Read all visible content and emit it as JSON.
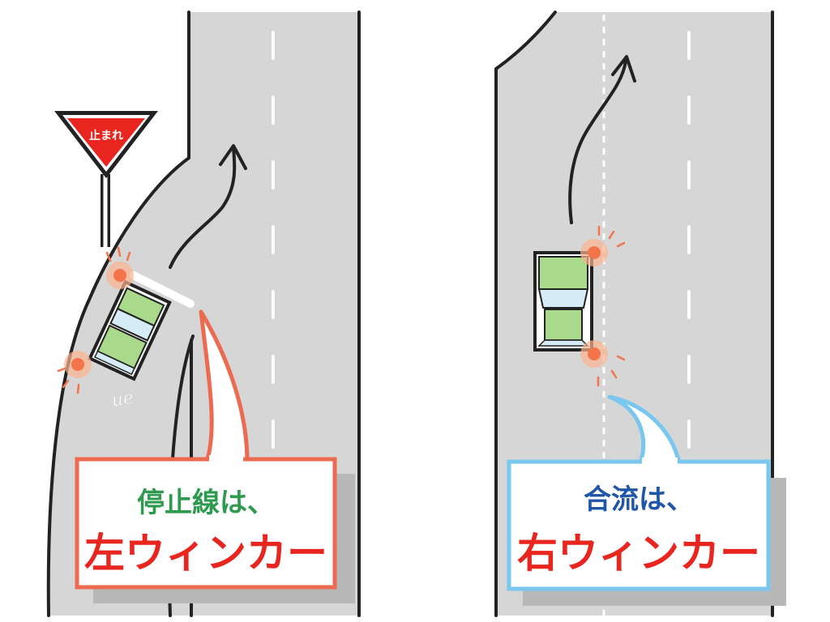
{
  "sign": {
    "text": "止まれ",
    "color": "#e8251f"
  },
  "left_panel": {
    "line1": "停止線は、",
    "line2": "左ウィンカー",
    "line1_color": "#2e9a4e",
    "line2_color": "#e8251f",
    "border_color": "#ec6a4f"
  },
  "right_panel": {
    "line1": "合流は、",
    "line2": "右ウィンカー",
    "line1_color": "#1f56a8",
    "line2_color": "#e8251f",
    "border_color": "#79c6ee"
  },
  "signature": "ue",
  "colors": {
    "road": "#d6d6d6",
    "car_body": "#a9d98a",
    "car_glass": "#d5ecf7",
    "blinker": "#f3734a"
  }
}
